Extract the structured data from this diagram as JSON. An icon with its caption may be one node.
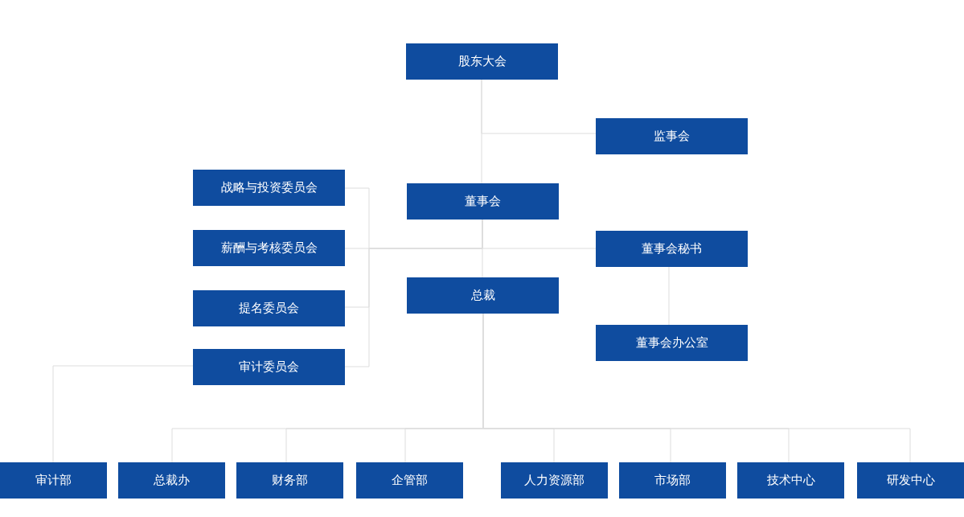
{
  "diagram": {
    "nodes": [
      {
        "text": [
          "股东大会"
        ]
      },
      {
        "text": [
          "监事会"
        ]
      },
      {
        "text": [
          "战略与投资委员会"
        ]
      },
      {
        "text": [
          "董事会"
        ]
      },
      {
        "text": [
          "薪酬与考核委员会"
        ]
      },
      {
        "text": [
          "董事会秘书"
        ]
      },
      {
        "text": [
          "提名委员会"
        ]
      },
      {
        "text": [
          "总裁"
        ]
      },
      {
        "text": [
          "董事会办公室"
        ]
      },
      {
        "text": [
          "审计委员会"
        ]
      },
      {
        "text": [
          "审计部"
        ]
      },
      {
        "text": [
          "总裁办"
        ]
      },
      {
        "text": [
          "财务部"
        ]
      },
      {
        "text": [
          "企管部"
        ]
      },
      {
        "text": [
          "人力资源部"
        ]
      },
      {
        "text": [
          "市场部"
        ]
      },
      {
        "text": [
          "技术中心"
        ]
      },
      {
        "text": [
          "研发中心"
        ]
      }
    ],
    "edges": [
      {
        "from": 0,
        "to": 1,
        "arrow": "none"
      },
      {
        "from": 0,
        "to": 3,
        "arrow": "none"
      },
      {
        "from": 3,
        "to": 2,
        "arrow": "none"
      },
      {
        "from": 3,
        "to": 4,
        "arrow": "none"
      },
      {
        "from": 3,
        "to": 6,
        "arrow": "none"
      },
      {
        "from": 3,
        "to": 9,
        "arrow": "none"
      },
      {
        "from": 3,
        "to": 5,
        "arrow": "none"
      },
      {
        "from": 3,
        "to": 7,
        "arrow": "none"
      },
      {
        "from": 5,
        "to": 8,
        "arrow": "none"
      },
      {
        "from": 9,
        "to": 10,
        "arrow": "none"
      },
      {
        "from": 7,
        "to": 11,
        "arrow": "none"
      },
      {
        "from": 7,
        "to": 12,
        "arrow": "none"
      },
      {
        "from": 7,
        "to": 13,
        "arrow": "none"
      },
      {
        "from": 7,
        "to": 14,
        "arrow": "none"
      },
      {
        "from": 7,
        "to": 15,
        "arrow": "none"
      },
      {
        "from": 7,
        "to": 16,
        "arrow": "none"
      },
      {
        "from": 7,
        "to": 17,
        "arrow": "none"
      }
    ]
  }
}
